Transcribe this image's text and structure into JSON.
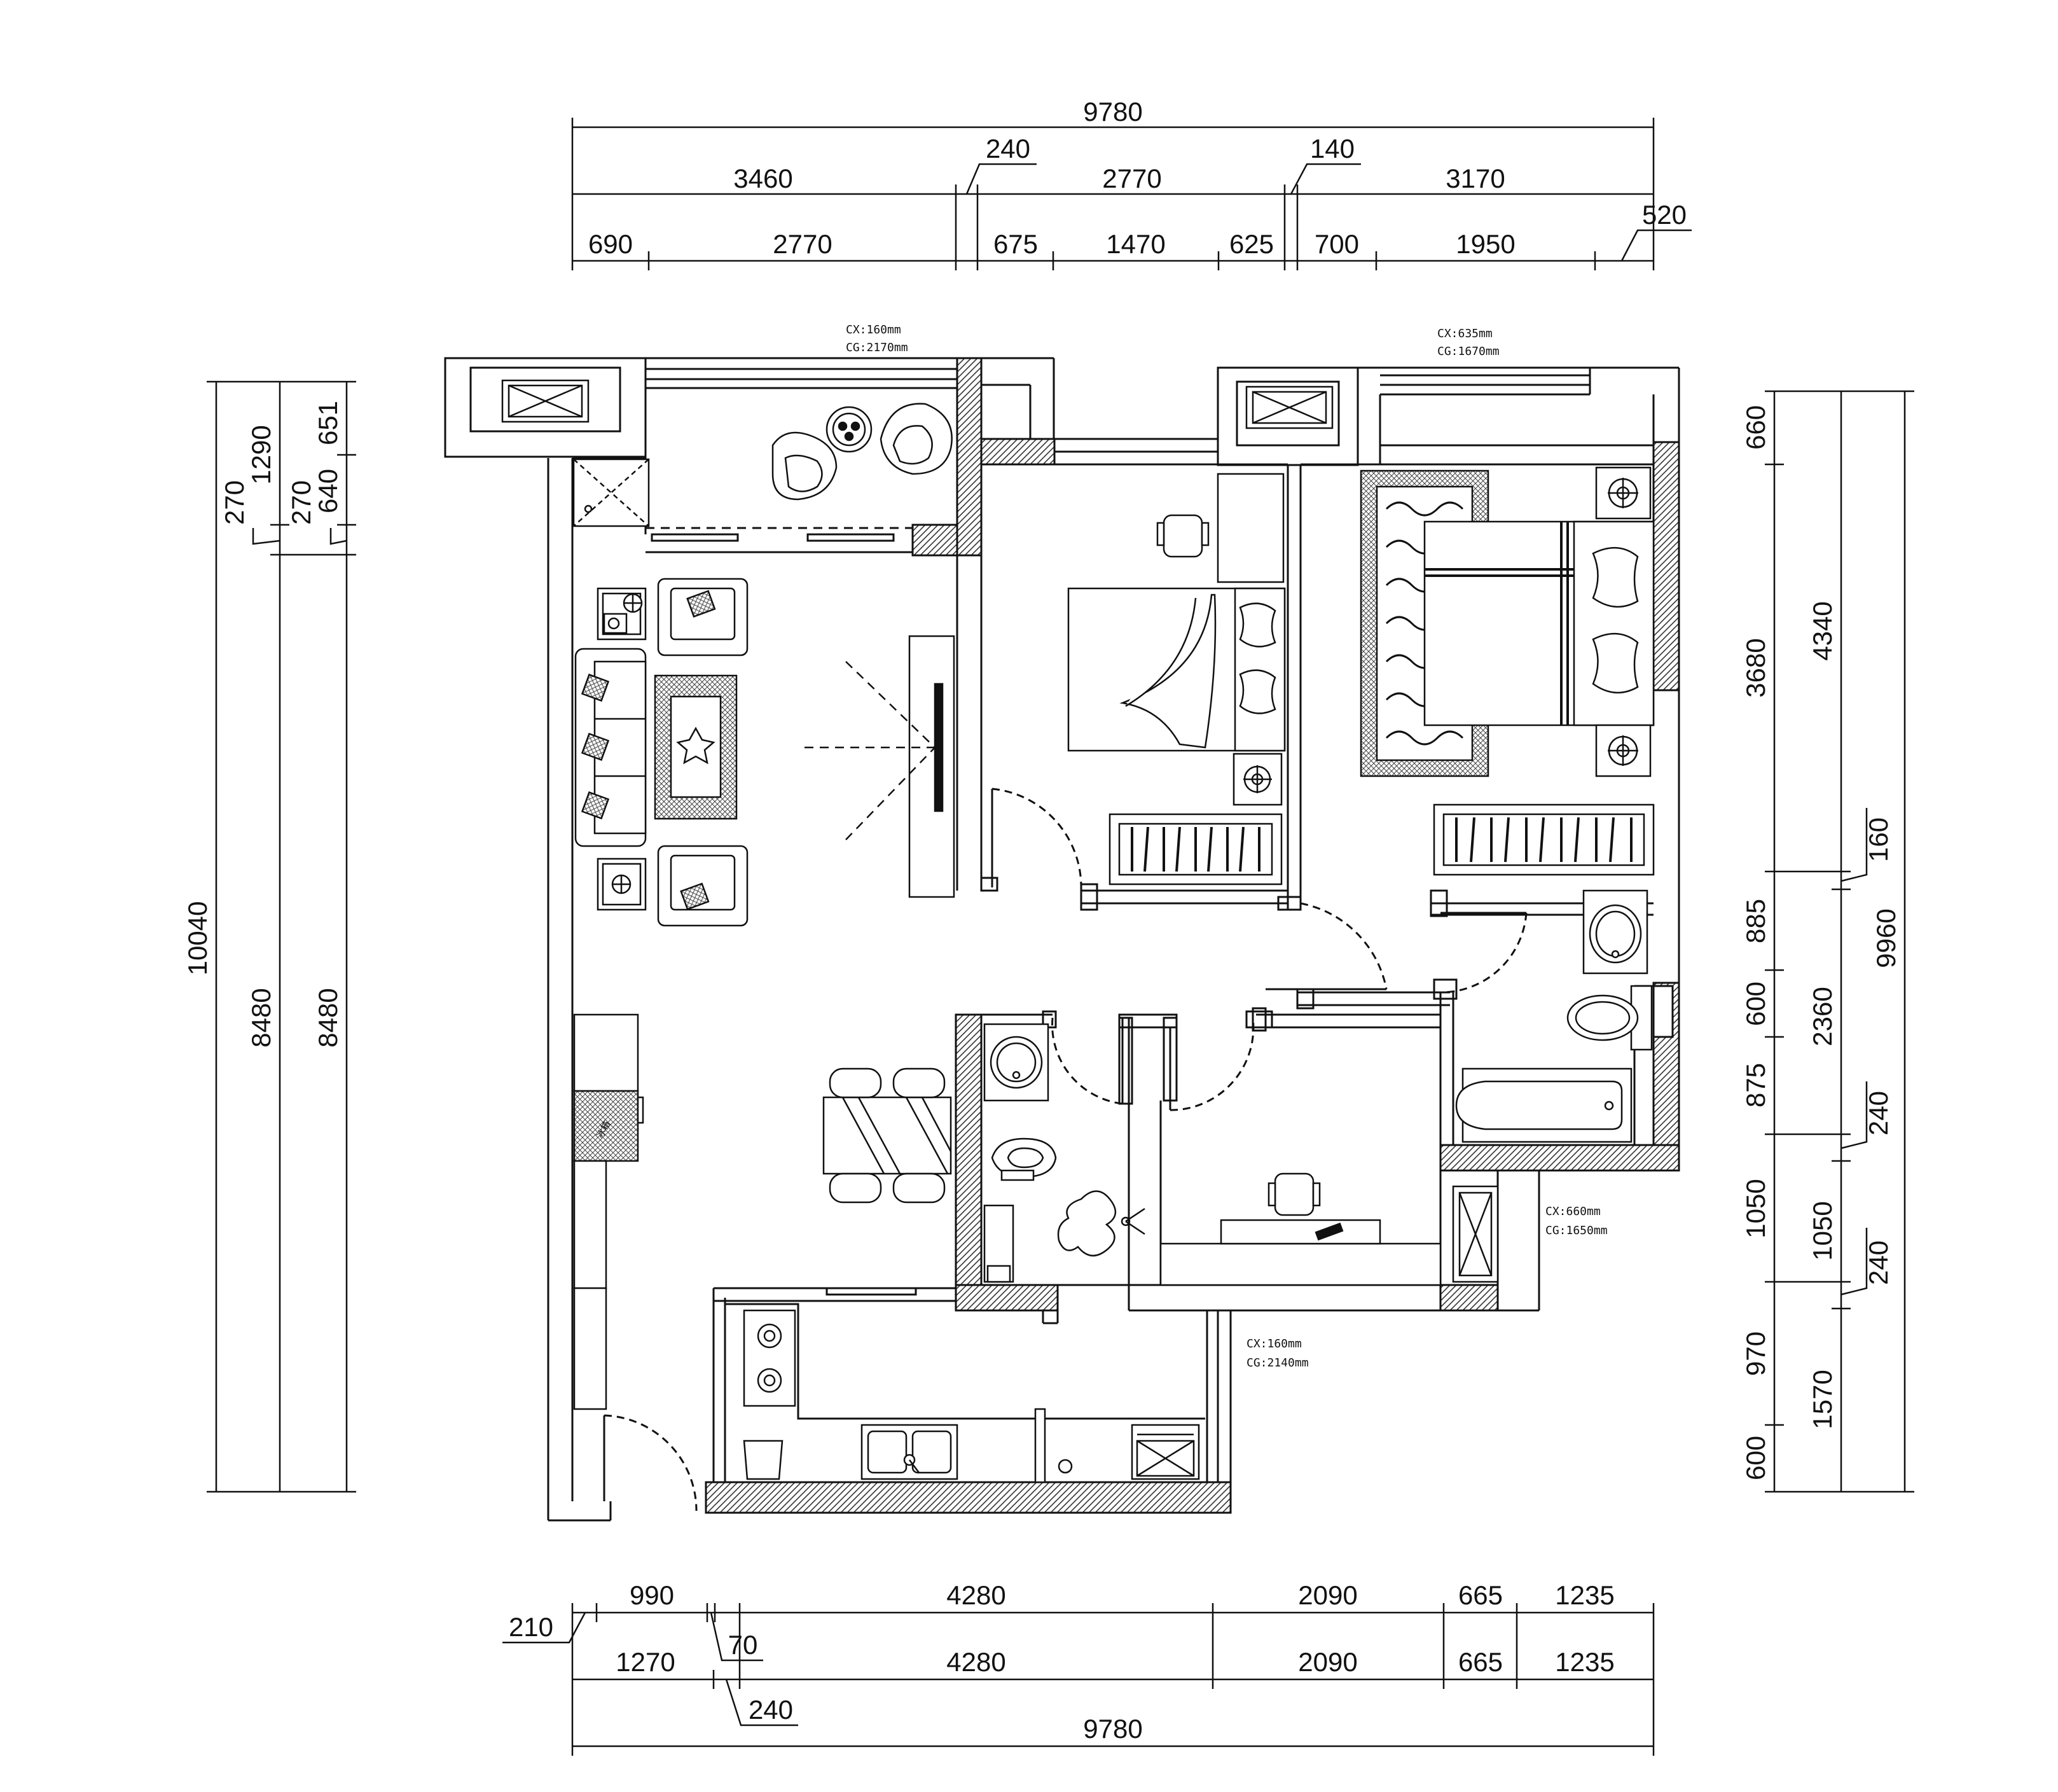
{
  "dimensions": {
    "top_total": "9780",
    "top_row2": [
      "3460",
      "240",
      "2770",
      "140",
      "3170"
    ],
    "top_row3": [
      "690",
      "2770",
      "675",
      "1470",
      "625",
      "700",
      "1950",
      "520"
    ],
    "bottom_row1": [
      "210",
      "990",
      "70",
      "4280",
      "2090",
      "665",
      "1235"
    ],
    "bottom_row2": [
      "1270",
      "240",
      "4280",
      "2090",
      "665",
      "1235"
    ],
    "bottom_total": "9780",
    "left_outer": "10040",
    "left_mid": [
      "270",
      "1290",
      "8480"
    ],
    "left_inner": [
      "270",
      "640",
      "651",
      "8480"
    ],
    "right_inner": [
      "660",
      "3680",
      "885",
      "600",
      "875",
      "1050",
      "970",
      "600"
    ],
    "right_mid": [
      "4340",
      "160",
      "2360",
      "240",
      "1050",
      "240",
      "1570"
    ],
    "right_outer": "9960"
  },
  "window_notes": {
    "balcony": [
      "CX:160mm",
      "CG:2170mm"
    ],
    "master_bedroom": [
      "CX:635mm",
      "CG:1670mm"
    ],
    "study": [
      "CX:660mm",
      "CG:1650mm"
    ],
    "kitchen": [
      "CX:160mm",
      "CG:2140mm"
    ]
  },
  "fridge_label": "冰箱"
}
